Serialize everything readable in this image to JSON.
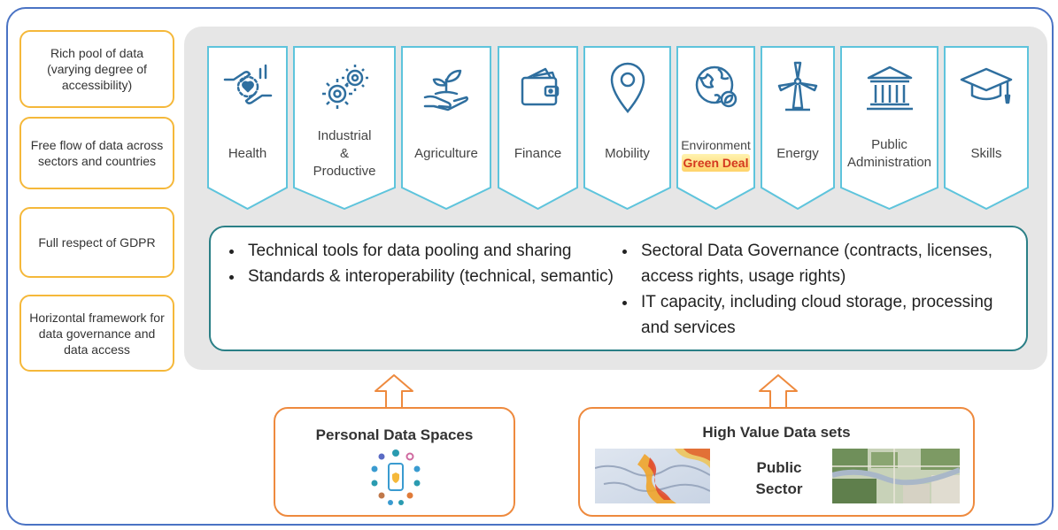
{
  "left_column": [
    "Rich pool of data (varying degree of accessibility)",
    "Free flow of data across sectors and countries",
    "Full respect of GDPR",
    "Horizontal framework for data governance and data access"
  ],
  "sectors": {
    "health": "Health",
    "industrial": [
      "Industrial",
      "&",
      "Productive"
    ],
    "agriculture": "Agriculture",
    "finance": "Finance",
    "mobility": "Mobility",
    "environment": "Environment",
    "green_deal": "Green Deal",
    "energy": "Energy",
    "public_admin": [
      "Public",
      "Administration"
    ],
    "skills": "Skills"
  },
  "capabilities": {
    "left": [
      "Technical tools for data pooling and sharing",
      "Standards & interoperability (technical, semantic)"
    ],
    "right": [
      "Sectoral Data Governance (contracts, licenses, access rights, usage rights)",
      "IT capacity, including cloud storage, processing and services"
    ]
  },
  "personal_data_spaces": {
    "title": "Personal Data Spaces"
  },
  "high_value": {
    "title": "High Value Data sets",
    "center_line1": "Public",
    "center_line2": "Sector"
  },
  "colors": {
    "frame": "#4a73c4",
    "left_border": "#f5b83a",
    "sector_border": "#5ec4dc",
    "teal": "#2a7f86",
    "orange": "#ee8a3e",
    "icon": "#2f6f9f",
    "highlight": "#d4381e"
  }
}
